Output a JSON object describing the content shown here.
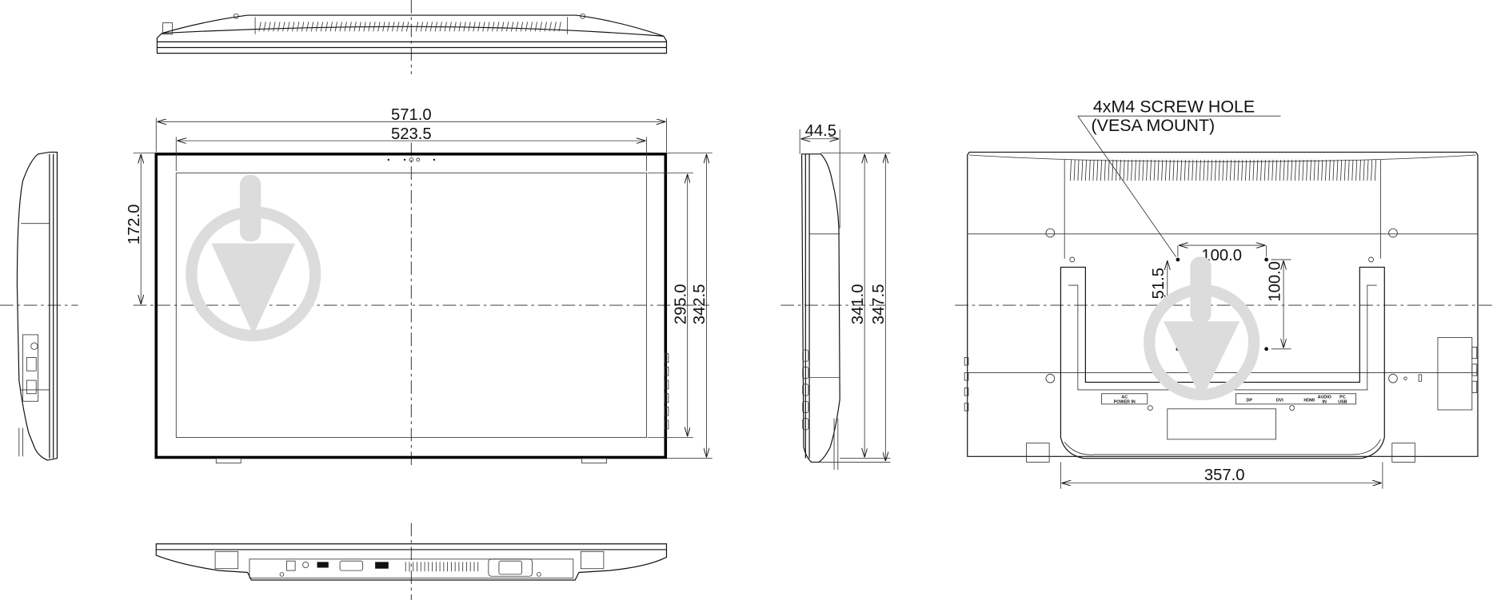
{
  "drawing": {
    "title": "Monitor dimension drawing",
    "units": "mm",
    "views": [
      "top-view",
      "left-side-view",
      "front-view",
      "right-side-view",
      "rear-view",
      "bottom-view"
    ]
  },
  "dimensions": {
    "overall_width": "571.0",
    "panel_width": "523.5",
    "center_height": "172.0",
    "panel_height": "295.0",
    "overall_height_front": "342.5",
    "depth": "44.5",
    "side_height": "341.0",
    "side_overall_height": "347.5",
    "vesa_horizontal": "100.0",
    "vesa_vertical": "100.0",
    "vesa_offset": "51.5",
    "stand_width": "357.0"
  },
  "annotations": {
    "screw_hole_line1": "4xM4 SCREW HOLE",
    "screw_hole_line2": "(VESA MOUNT)"
  },
  "rear_ports": {
    "power": [
      "AC",
      "POWER IN"
    ],
    "dp": "DP",
    "dvi": "DVI",
    "hdmi": "HDMI",
    "audio": [
      "AUDIO",
      "IN"
    ],
    "usb": [
      "PC",
      "USB"
    ]
  },
  "watermark": {
    "icon": "download-arrow-circle-icon",
    "color": "#dcdcdc"
  }
}
